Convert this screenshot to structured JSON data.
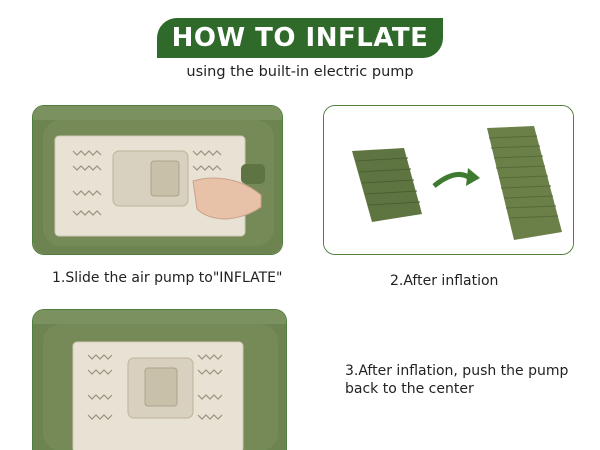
{
  "header": {
    "title": "HOW TO INFLATE",
    "subtitle": "using the built-in electric pump"
  },
  "steps": [
    {
      "caption": "1.Slide the air pump to\"INFLATE\""
    },
    {
      "caption": "2.After inflation"
    },
    {
      "caption": "3.After inflation, push the pump back to the center"
    }
  ],
  "colors": {
    "banner": "#2f6a2b",
    "mat_green": "#6e8450",
    "frame": "#4f7f3c",
    "pump": "#e6dfd0"
  }
}
